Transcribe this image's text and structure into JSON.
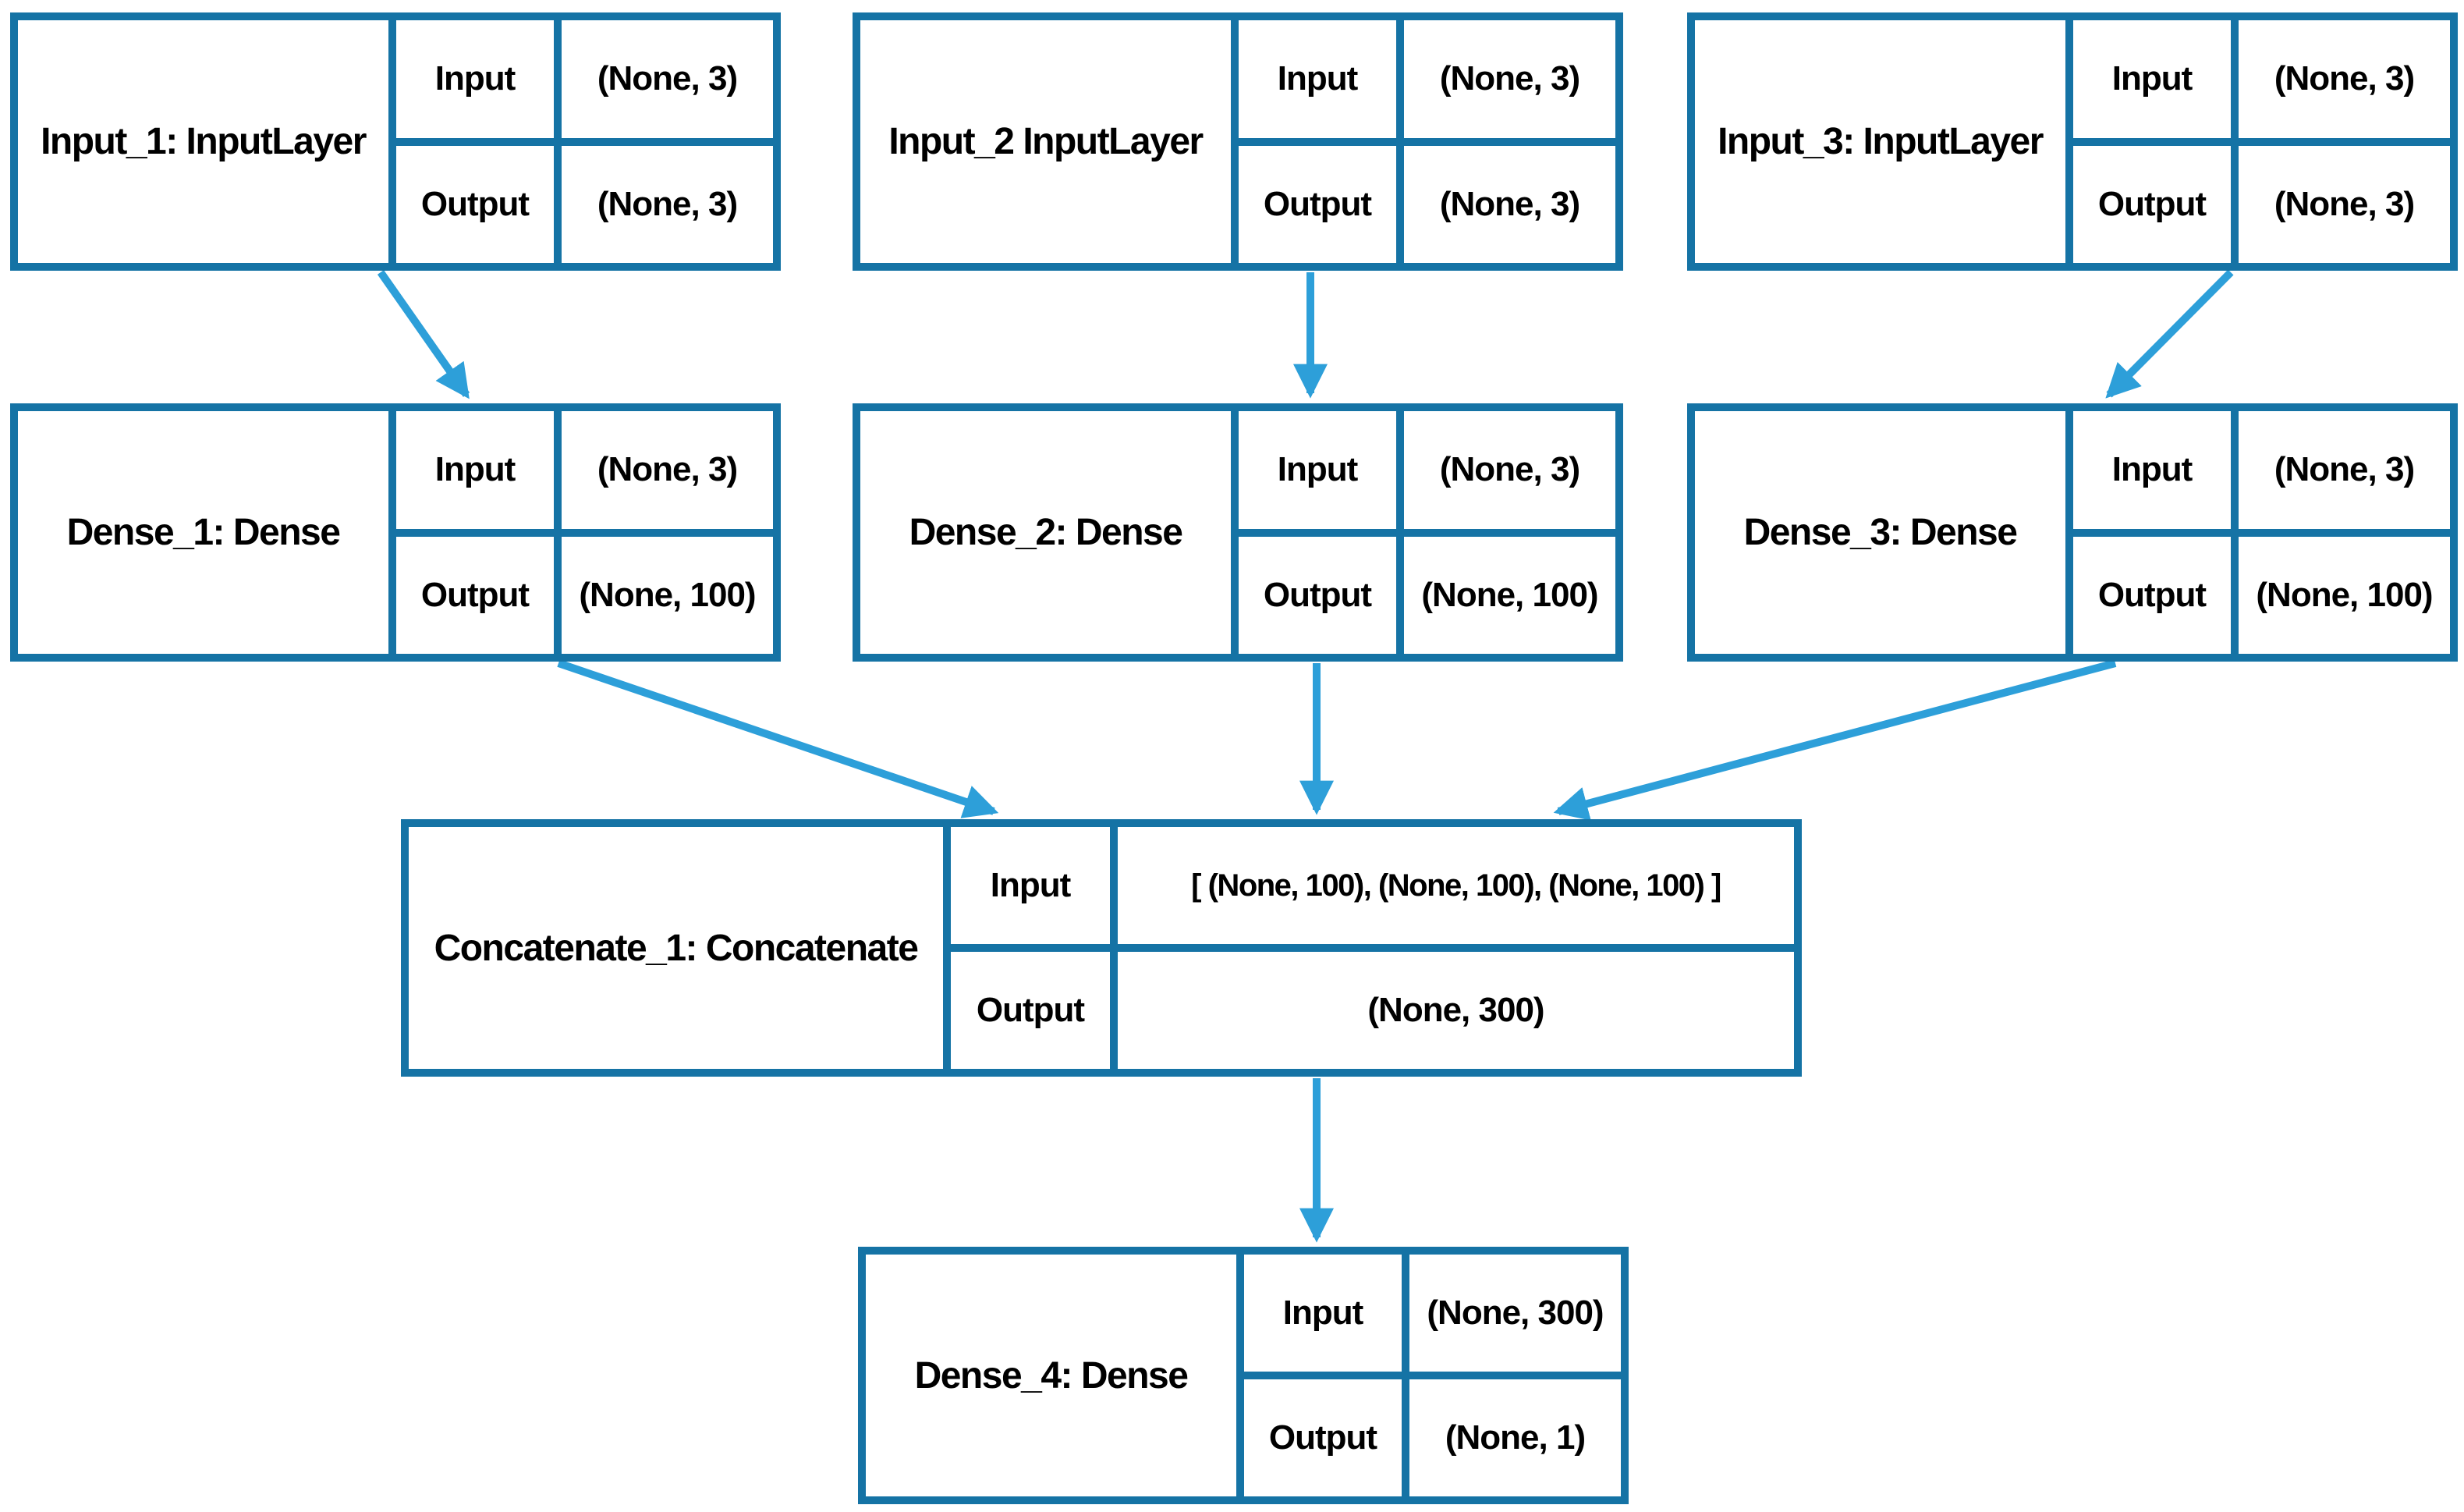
{
  "diagram": {
    "colors": {
      "node_border": "#1573a5",
      "arrow": "#2d9fd9",
      "node_fill": "#ffffff",
      "text": "#000000",
      "background": "#ffffff"
    },
    "nodes": [
      {
        "id": "input_1",
        "label": "Input_1: InputLayer",
        "rows": [
          {
            "name": "Input",
            "shape": "(None, 3)"
          },
          {
            "name": "Output",
            "shape": "(None, 3)"
          }
        ]
      },
      {
        "id": "input_2",
        "label": "Input_2 InputLayer",
        "rows": [
          {
            "name": "Input",
            "shape": "(None, 3)"
          },
          {
            "name": "Output",
            "shape": "(None, 3)"
          }
        ]
      },
      {
        "id": "input_3",
        "label": "Input_3: InputLayer",
        "rows": [
          {
            "name": "Input",
            "shape": "(None, 3)"
          },
          {
            "name": "Output",
            "shape": "(None, 3)"
          }
        ]
      },
      {
        "id": "dense_1",
        "label": "Dense_1: Dense",
        "rows": [
          {
            "name": "Input",
            "shape": "(None, 3)"
          },
          {
            "name": "Output",
            "shape": "(None, 100)"
          }
        ]
      },
      {
        "id": "dense_2",
        "label": "Dense_2: Dense",
        "rows": [
          {
            "name": "Input",
            "shape": "(None, 3)"
          },
          {
            "name": "Output",
            "shape": "(None, 100)"
          }
        ]
      },
      {
        "id": "dense_3",
        "label": "Dense_3: Dense",
        "rows": [
          {
            "name": "Input",
            "shape": "(None, 3)"
          },
          {
            "name": "Output",
            "shape": "(None, 100)"
          }
        ]
      },
      {
        "id": "concatenate_1",
        "label": "Concatenate_1: Concatenate",
        "rows": [
          {
            "name": "Input",
            "shape": "[ (None, 100), (None, 100), (None, 100) ]"
          },
          {
            "name": "Output",
            "shape": "(None, 300)"
          }
        ]
      },
      {
        "id": "dense_4",
        "label": "Dense_4: Dense",
        "rows": [
          {
            "name": "Input",
            "shape": "(None, 300)"
          },
          {
            "name": "Output",
            "shape": "(None, 1)"
          }
        ]
      }
    ],
    "edges": [
      {
        "from": "input_1",
        "to": "dense_1"
      },
      {
        "from": "input_2",
        "to": "dense_2"
      },
      {
        "from": "input_3",
        "to": "dense_3"
      },
      {
        "from": "dense_1",
        "to": "concatenate_1"
      },
      {
        "from": "dense_2",
        "to": "concatenate_1"
      },
      {
        "from": "dense_3",
        "to": "concatenate_1"
      },
      {
        "from": "concatenate_1",
        "to": "dense_4"
      }
    ]
  }
}
